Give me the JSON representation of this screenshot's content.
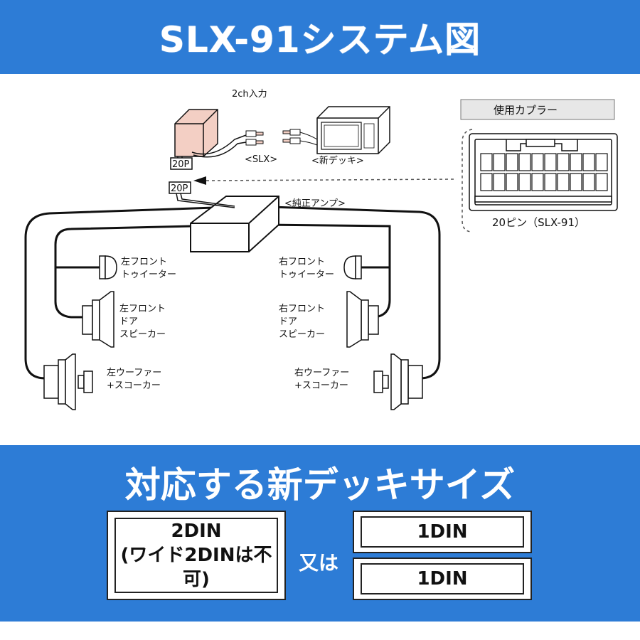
{
  "header": {
    "title": "SLX-91システム図"
  },
  "diagram": {
    "input_label": "2ch入力",
    "slx_label": "<SLX>",
    "deck_label": "<新デッキ>",
    "connector_20p_a": "20P",
    "connector_20p_b": "20P",
    "amp_label": "<純正アンプ>",
    "speakers": {
      "left_tweeter": [
        "左フロント",
        "トゥイーター"
      ],
      "right_tweeter": [
        "右フロント",
        "トゥイーター"
      ],
      "left_door": [
        "左フロント",
        "ドア",
        "スピーカー"
      ],
      "right_door": [
        "右フロント",
        "ドア",
        "スピーカー"
      ],
      "left_woofer": [
        "左ウーファー",
        "+スコーカー"
      ],
      "right_woofer": [
        "右ウーファー",
        "+スコーカー"
      ]
    },
    "coupler": {
      "title": "使用カプラー",
      "caption": "20ピン（SLX-91）"
    }
  },
  "sizes": {
    "title": "対応する新デッキサイズ",
    "din2_line1": "2DIN",
    "din2_line2": "(ワイド2DINは不可)",
    "or_label": "又は",
    "din1_top": "1DIN",
    "din1_bottom": "1DIN"
  },
  "colors": {
    "banner": "#2d7cd6",
    "slx_body": "#f3cfc4"
  }
}
